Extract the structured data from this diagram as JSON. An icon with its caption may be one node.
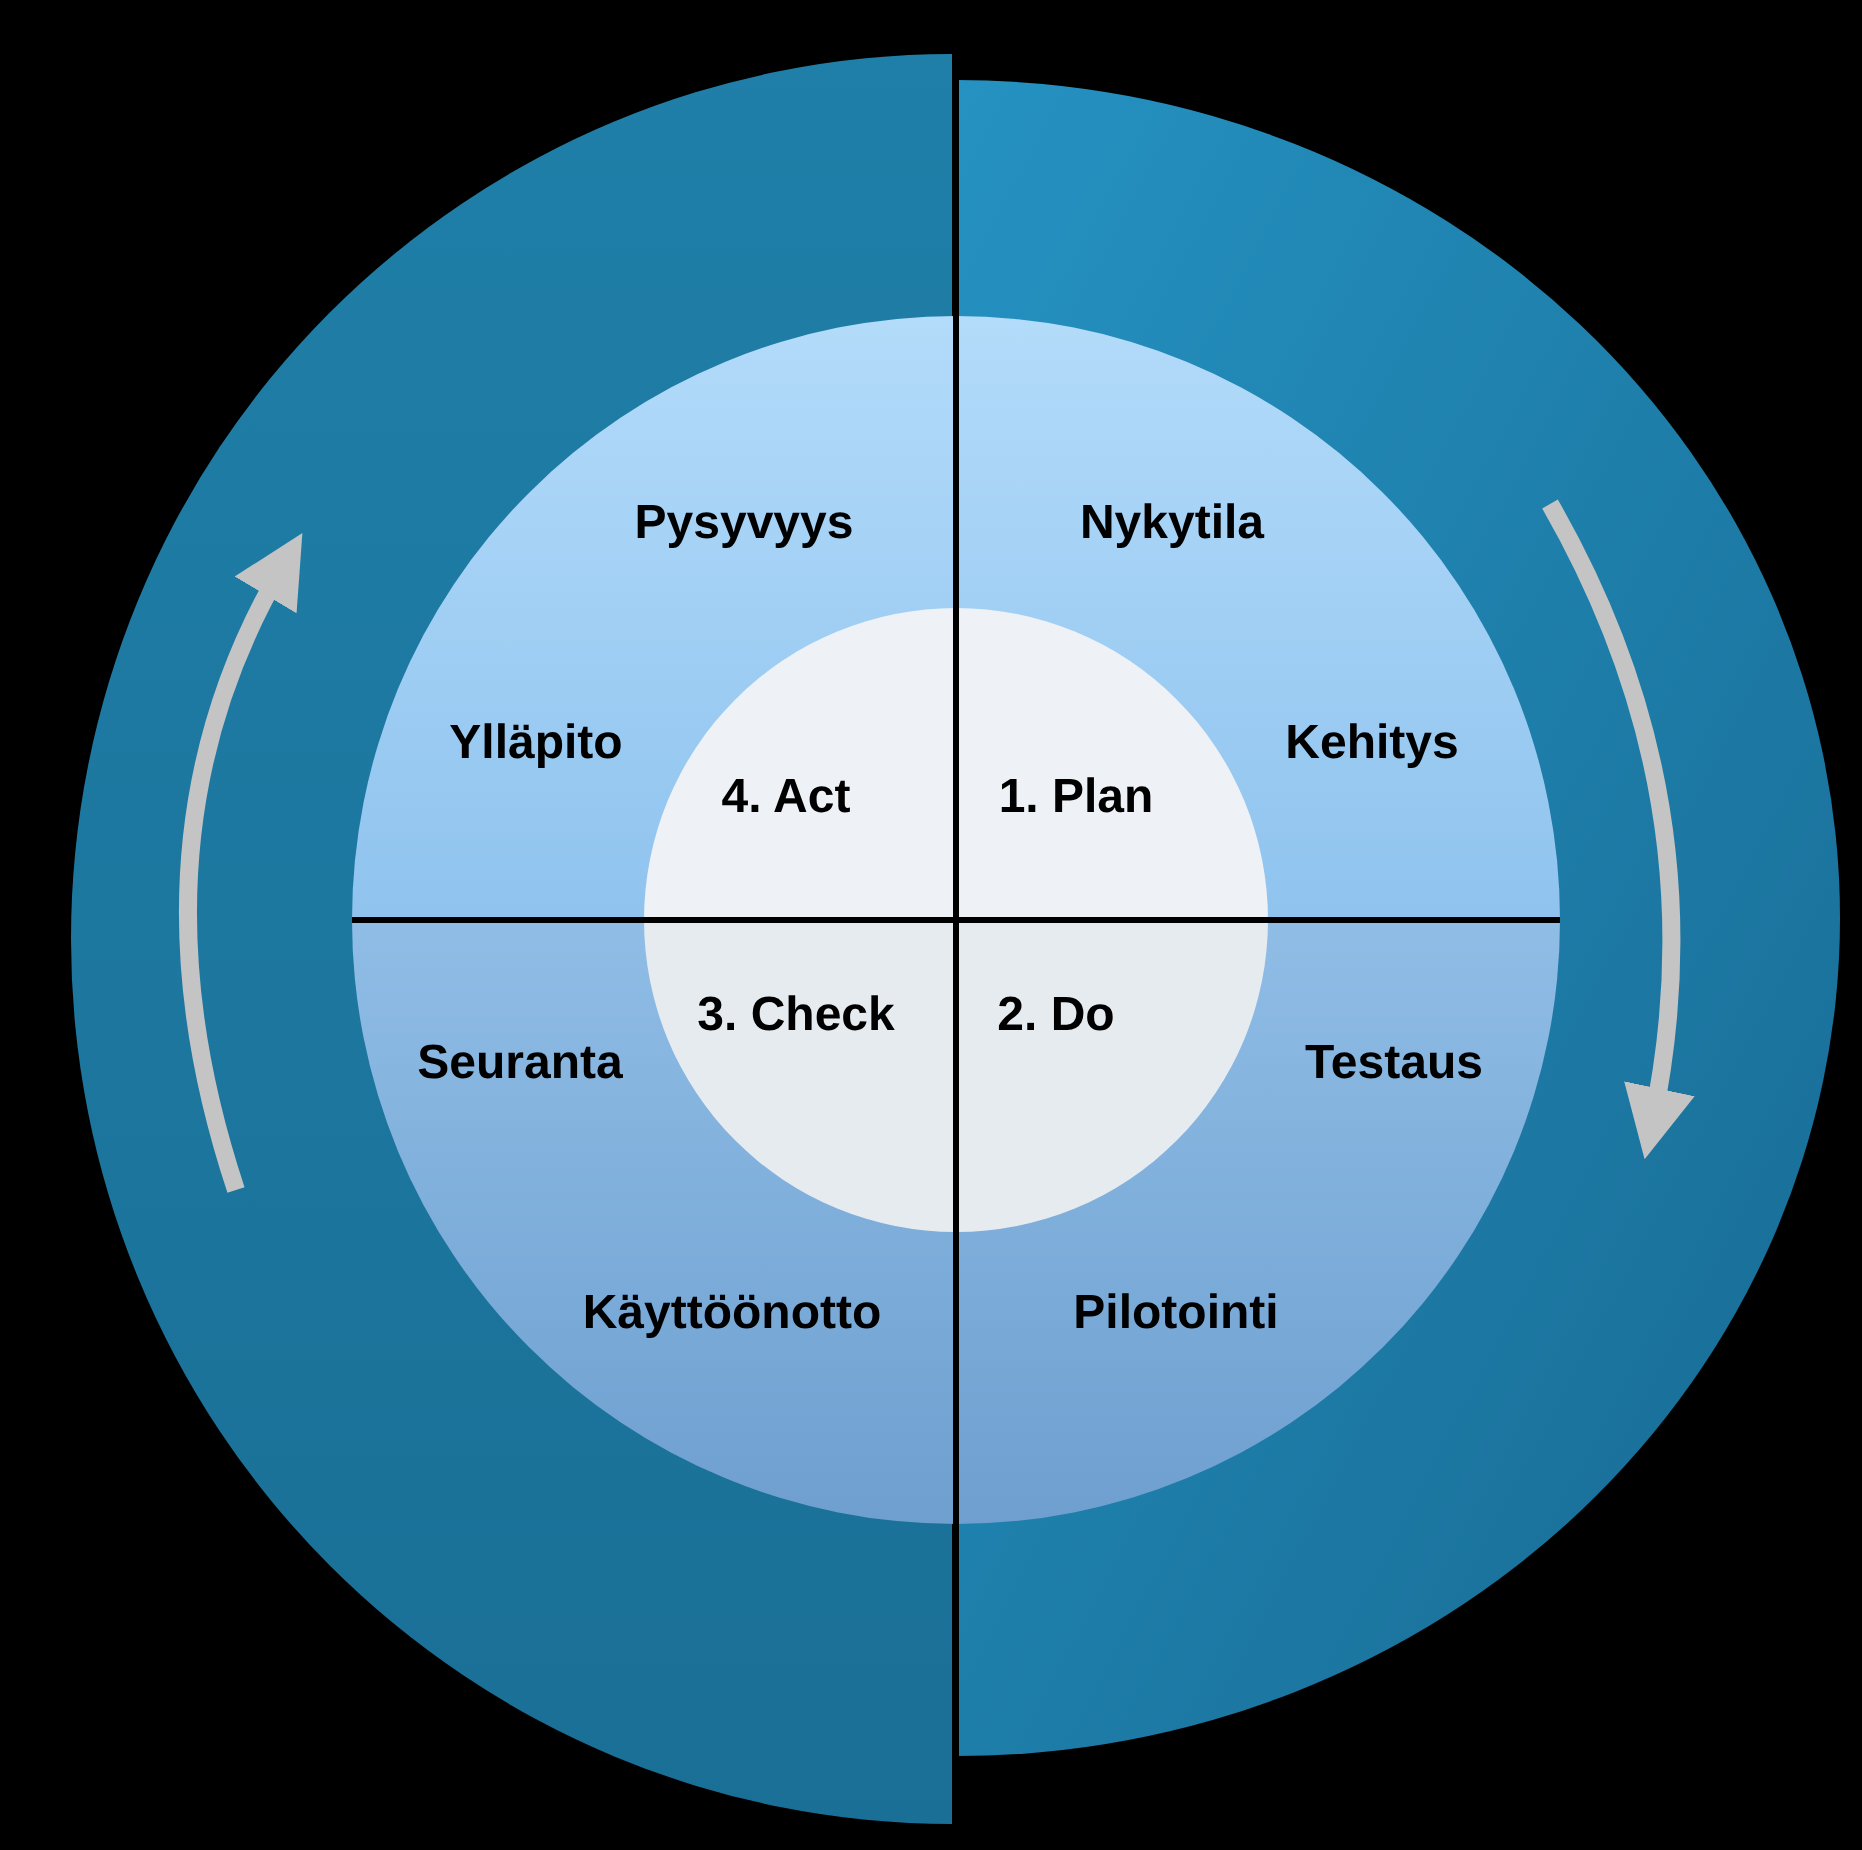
{
  "diagram": {
    "nodes": [
      {
        "text": [
          "Pysyvyys",
          "Ylläpito"
        ]
      },
      {
        "text": [
          "4. Act"
        ],
        "in": 0
      },
      {
        "text": [
          "Nykytila",
          "Kehitys"
        ]
      },
      {
        "text": [
          "1. Plan"
        ],
        "in": 2
      },
      {
        "text": [
          "Seuranta",
          "Käyttöönotto"
        ]
      },
      {
        "text": [
          "3. Check"
        ],
        "in": 4
      },
      {
        "text": [
          "Testaus",
          "Pilotointi"
        ]
      },
      {
        "text": [
          "2. Do"
        ],
        "in": 6
      }
    ]
  }
}
